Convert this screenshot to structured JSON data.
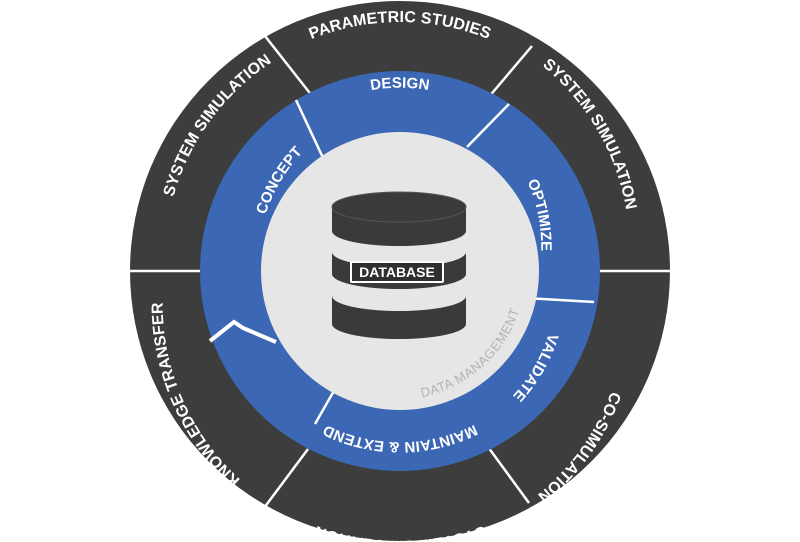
{
  "colors": {
    "outer_ring": "#3d3d3d",
    "inner_ring": "#3b67b4",
    "center": "#e6e6e6",
    "database": "#3a3a3a",
    "divider": "#ffffff"
  },
  "outer_ring": {
    "parametric_studies": "PARAMETRIC STUDIES",
    "system_simulation_right": "SYSTEM SIMULATION",
    "co_simulation": "CO-SIMULATION",
    "system_simulation_bottom": "SYSTEM SIMULATION",
    "knowledge_transfer": "KNOWLEDGE TRANSFER",
    "system_simulation_left": "SYSTEM SIMULATION"
  },
  "inner_ring": {
    "design": "DESIGN",
    "optimize": "OPTIMIZE",
    "validate": "VALIDATE",
    "maintain_extend": "MAINTAIN & EXTEND",
    "concept": "CONCEPT"
  },
  "center": {
    "database_label": "DATABASE",
    "data_management": "DATA MANAGEMENT"
  },
  "icons": {
    "database": "database-icon"
  }
}
